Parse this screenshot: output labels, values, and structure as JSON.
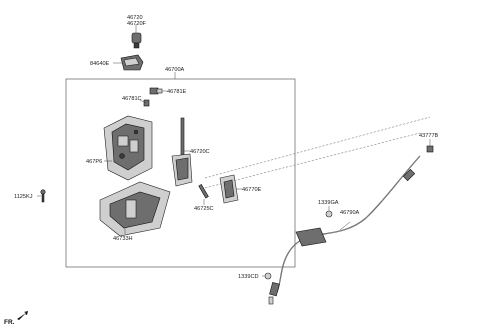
{
  "labels": {
    "l_46720": "46720",
    "l_46720f": "46720F",
    "l_84640e": "84640E",
    "l_46700a": "46700A",
    "l_46781e": "46781E",
    "l_46781c": "46781C",
    "l_46720c": "46720C",
    "l_467p6": "467P6",
    "l_46770e": "46770E",
    "l_1125kj": "1125KJ",
    "l_46725c": "46725C",
    "l_46733h": "46733H",
    "l_43777b": "43777B",
    "l_1339ga": "1339GA",
    "l_46790a": "46790A",
    "l_1339cd": "1339CD",
    "fr": "FR."
  }
}
